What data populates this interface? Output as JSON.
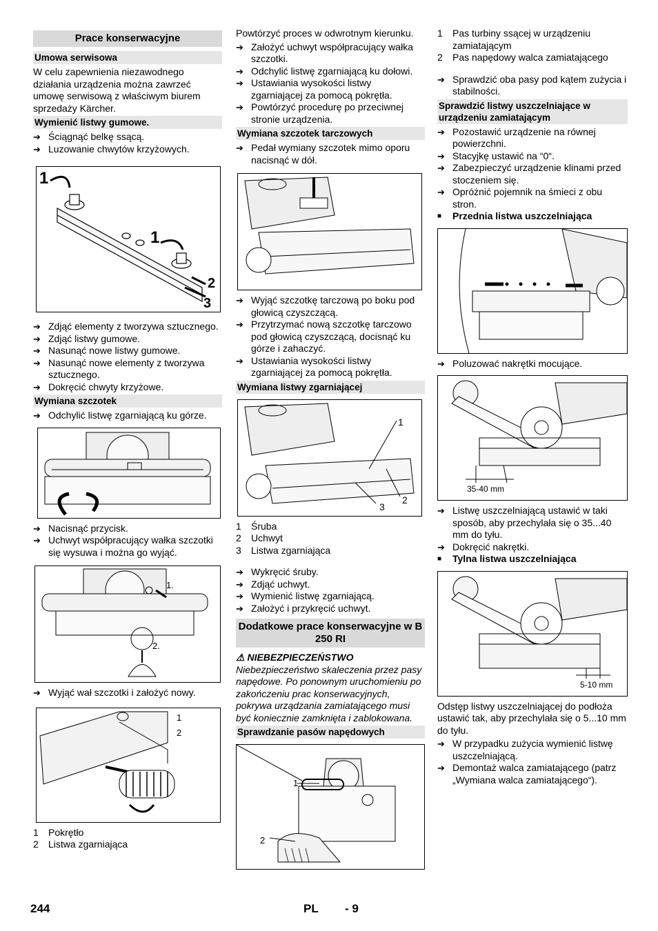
{
  "col1": {
    "title": "Prace konserwacyjne",
    "s1_h": "Umowa serwisowa",
    "s1_p": "W celu zapewnienia niezawodnego działania urządzenia można zawrzeć umowę serwisową z właściwym biurem sprzedaży Kärcher.",
    "s2_h": "Wymienić listwy gumowe.",
    "s2_i": [
      "Ściągnąć belkę ssącą.",
      "Luzowanie chwytów krzyżowych."
    ],
    "fig1_labels": [
      "1",
      "1",
      "2",
      "3"
    ],
    "s2_j": [
      "Zdjąć elementy z tworzywa sztucznego.",
      "Zdjąć listwy gumowe.",
      "Nasunąć nowe listwy gumowe.",
      "Nasunąć nowe elementy z tworzywa sztucznego.",
      "Dokręcić chwyty krzyżowe."
    ],
    "s3_h": "Wymiana szczotek",
    "s3_i": [
      "Odchylić listwę zgarniającą ku górze."
    ],
    "s3_j": [
      "Nacisnąć przycisk.",
      "Uchwyt współpracujący wałka szczotki się wysuwa i można go wyjąć."
    ],
    "fig3_labels": [
      "1.",
      "2."
    ],
    "s3_k": [
      "Wyjąć wał szczotki i założyć nowy."
    ],
    "fig4_labels": [
      "1",
      "2"
    ],
    "legend": [
      {
        "n": "1",
        "t": "Pokrętło"
      },
      {
        "n": "2",
        "t": "Listwa zgarniająca"
      }
    ]
  },
  "col2": {
    "intro": "Powtórzyć proces w odwrotnym kierunku.",
    "i1": [
      "Założyć uchwyt współpracujący wałka szczotki.",
      "Odchylić listwę zgarniającą ku dołowi.",
      "Ustawiania wysokości listwy zgarniającej za pomocą pokrętła.",
      "Powtórzyć procedurę po przeciwnej stronie urządzenia."
    ],
    "s1_h": "Wymiana szczotek tarczowych",
    "s1_i": [
      "Pedał wymiany szczotek mimo oporu nacisnąć w dół."
    ],
    "s1_j": [
      "Wyjąć szczotkę tarczową po boku pod głowicą czyszczącą.",
      "Przytrzymać nową szczotkę tarczowo pod głowicą czyszczącą, docisnąć ku górze i zahaczyć.",
      "Ustawiania wysokości listwy zgarniającej za pomocą pokrętła."
    ],
    "s2_h": "Wymiana listwy zgarniającej",
    "fig6_labels": [
      "1",
      "2",
      "3"
    ],
    "legend": [
      {
        "n": "1",
        "t": "Śruba"
      },
      {
        "n": "2",
        "t": "Uchwyt"
      },
      {
        "n": "3",
        "t": "Listwa zgarniająca"
      }
    ],
    "s2_i": [
      "Wykręcić śruby.",
      "Zdjąć uchwyt.",
      "Wymienić listwę zgarniającą.",
      "Założyć i przykręcić uchwyt."
    ],
    "s3_h": "Dodatkowe prace konserwacyjne w B 250 RI",
    "warn_h": "NIEBEZPIECZEŃSTWO",
    "warn_p": "Niebezpieczeństwo skaleczenia przez pasy napędowe. Po ponownym uruchomieniu po zakończeniu prac konserwacyjnych, pokrywa urządzania zamiatającego musi być koniecznie zamknięta i zablokowana.",
    "s4_h": "Sprawdzanie pasów napędowych",
    "fig7_labels": [
      "1",
      "2"
    ]
  },
  "col3": {
    "legend": [
      {
        "n": "1",
        "t": "Pas turbiny ssącej w urządzeniu zamiatającym"
      },
      {
        "n": "2",
        "t": "Pas napędowy walca zamiatającego"
      }
    ],
    "i1": [
      "Sprawdzić oba pasy pod kątem zużycia i stabilności."
    ],
    "s1_h": "Sprawdzić listwy uszczelniające w urządzeniu zamiatającym",
    "i2": [
      "Pozostawić urządzenie na równej powierzchni.",
      "Stacyjkę ustawić na “0“.",
      "Zabezpieczyć urządzenie klinami przed stoczeniem się.",
      "Opróżnić pojemnik na śmieci z obu stron."
    ],
    "front_h": "Przednia listwa uszczelniająca",
    "i3": [
      "Poluzować nakrętki mocujące."
    ],
    "fig9_label": "35-40 mm",
    "i4": [
      "Listwę uszczelniającą ustawić w taki sposób, aby przechylała się o 35...40 mm do tyłu.",
      "Dokręcić nakrętki."
    ],
    "rear_h": "Tylna listwa uszczelniająca",
    "fig10_label": "5-10 mm",
    "p1": "Odstęp listwy uszczelniającej do podłoża ustawić tak, aby przechylała się o 5...10 mm do tyłu.",
    "i5": [
      "W przypadku zużycia wymienić listwę uszczelniającą.",
      "Demontaż walca zamiatającego (patrz „Wymiana walca zamiatającego“)."
    ]
  },
  "footer": {
    "page": "244",
    "lang": "PL",
    "sub": "- 9"
  }
}
